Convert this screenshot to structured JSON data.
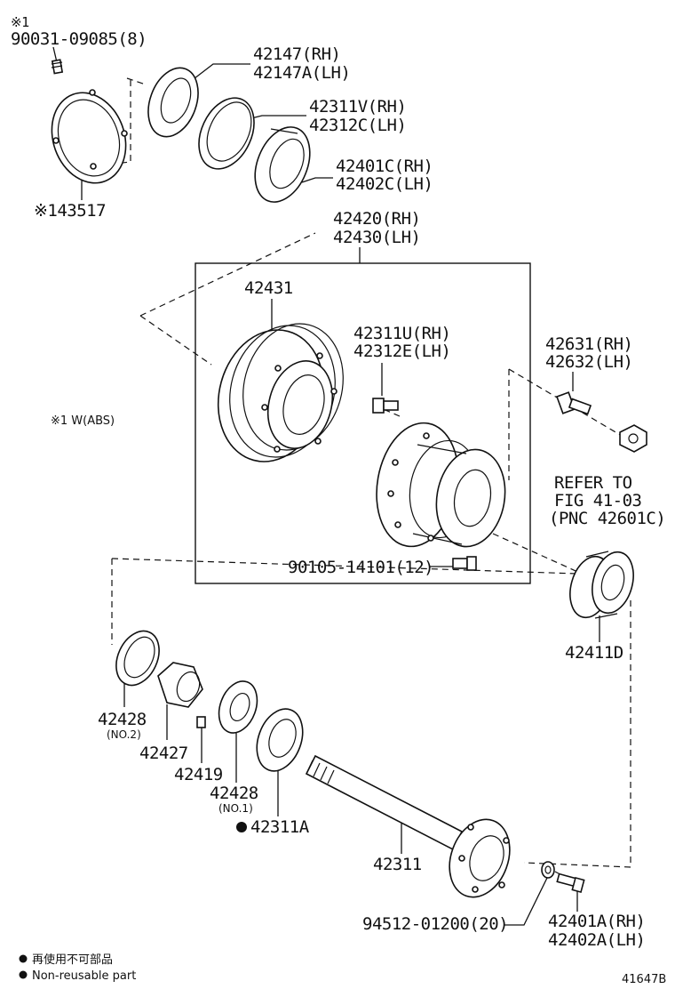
{
  "labels": {
    "note_mark": "※1",
    "bolt_90031": "90031-09085(8)",
    "seal_rh": "42147(RH)",
    "seal_lh": "42147A(LH)",
    "bearing_race_rh": "42311V(RH)",
    "bearing_race_lh": "42312C(LH)",
    "bearing_rh": "42401C(RH)",
    "bearing_lh": "42402C(LH)",
    "sensor_rotor": "※143517",
    "hub_assy_rh": "42420(RH)",
    "hub_assy_lh": "42430(LH)",
    "drum": "42431",
    "hub_bolt_rh": "42311U(RH)",
    "hub_bolt_lh": "42312E(LH)",
    "stud_rh": "42631(RH)",
    "stud_lh": "42632(LH)",
    "abs_note": "※1 W(ABS)",
    "refer_1": "REFER TO",
    "refer_2": "FIG 41-03",
    "refer_3": "(PNC 42601C)",
    "bolt_90105": "90105-14101(12)",
    "bearing_42411d": "42411D",
    "washer_no2": "42428",
    "washer_no2_sub": "(NO.2)",
    "nut_42427": "42427",
    "screw_42419": "42419",
    "washer_no1": "42428",
    "washer_no1_sub": "(NO.1)",
    "oil_seal": "42311A",
    "axle_shaft": "42311",
    "gasket": "94512-01200(20)",
    "axle_bolt_rh": "42401A(RH)",
    "axle_bolt_lh": "42402A(LH)",
    "legend_jp": "再使用不可部品",
    "legend_en": "Non-reusable part",
    "figure_id": "41647B"
  }
}
